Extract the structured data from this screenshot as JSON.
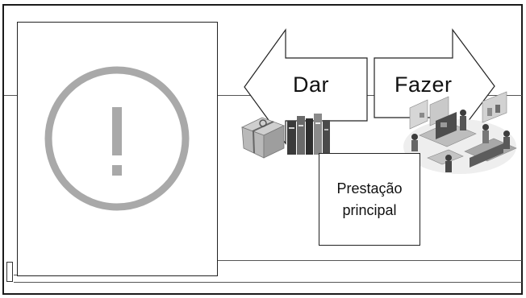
{
  "arrows": {
    "left_label": "Dar",
    "right_label": "Fazer"
  },
  "center_box": {
    "line1": "Prestação",
    "line2": "principal"
  },
  "icons": {
    "warning": "exclamation-circle-icon",
    "gifts_books": "gift-boxes-and-books-icon",
    "workers": "isometric-workers-office-icon"
  },
  "colors": {
    "warning_gray": "#a9a9a9",
    "line": "#555555"
  }
}
